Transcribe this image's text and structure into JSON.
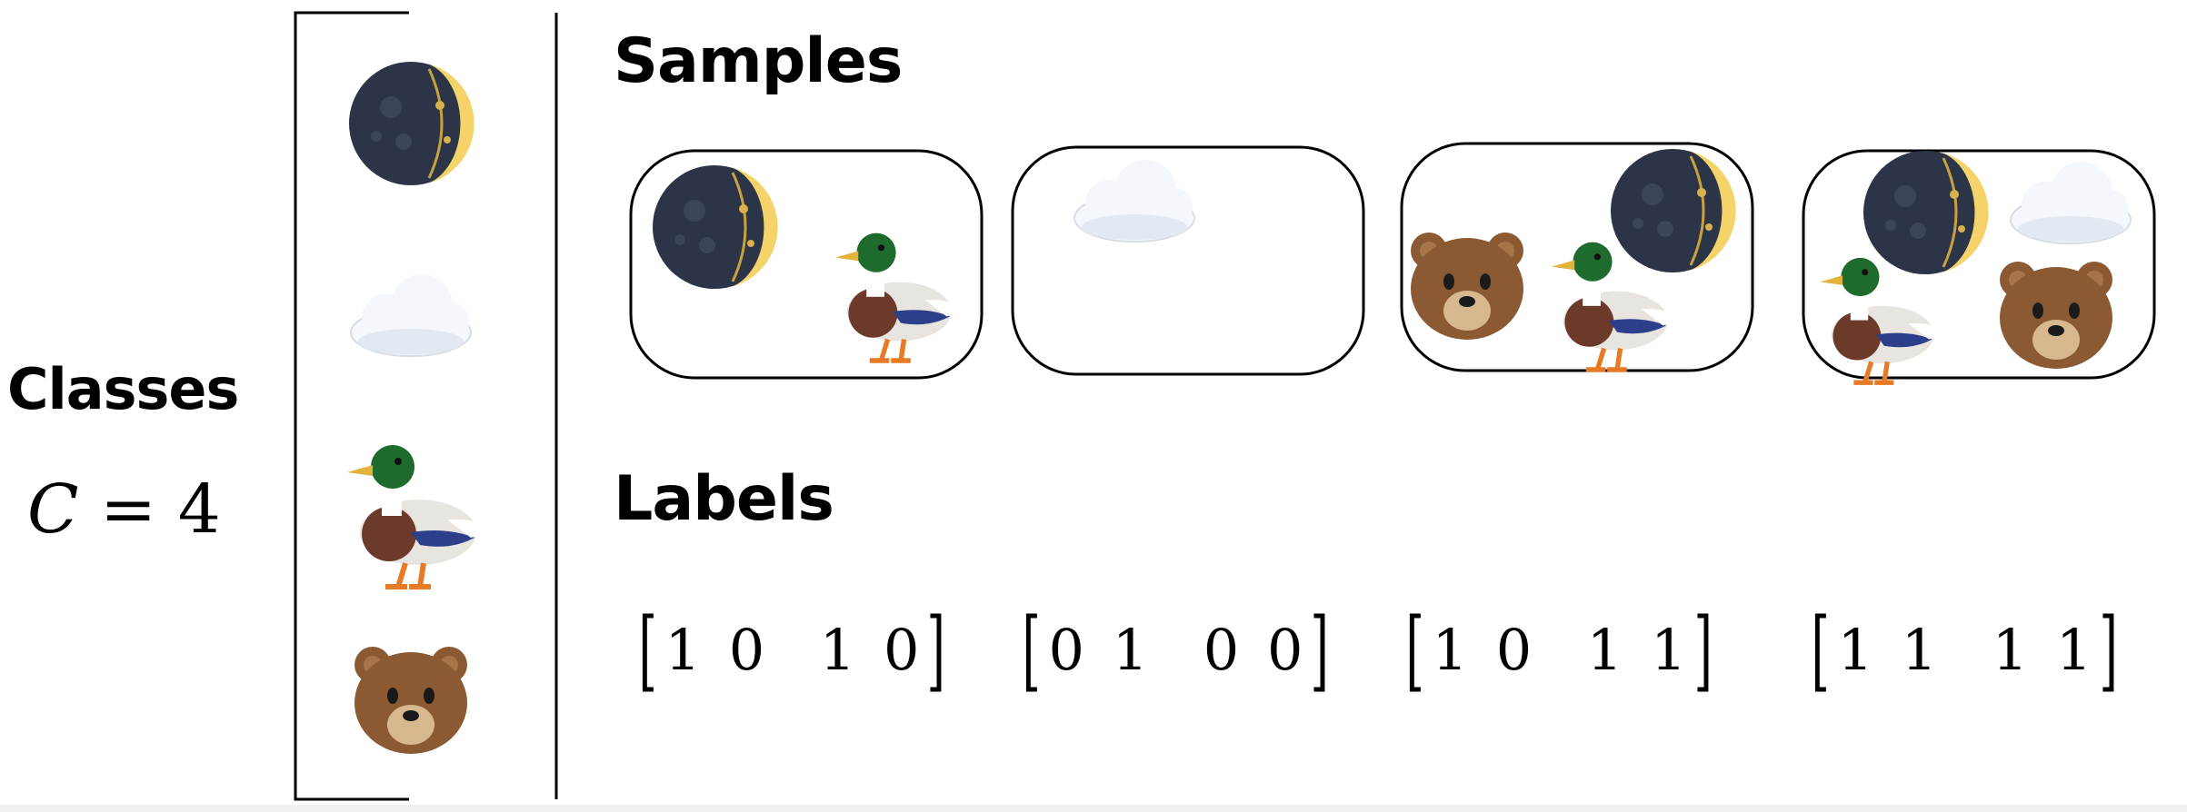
{
  "classes": {
    "title": "Classes",
    "count_var": "C",
    "count_eq": " = ",
    "count_value": "4",
    "items": [
      {
        "icon": "moon-icon"
      },
      {
        "icon": "cloud-icon"
      },
      {
        "icon": "duck-icon"
      },
      {
        "icon": "bear-icon"
      }
    ]
  },
  "samples": {
    "title": "Samples",
    "items": [
      {
        "icons": [
          "moon-icon",
          "duck-icon"
        ]
      },
      {
        "icons": [
          "cloud-icon"
        ]
      },
      {
        "icons": [
          "bear-icon",
          "duck-icon",
          "moon-icon"
        ]
      },
      {
        "icons": [
          "moon-icon",
          "cloud-icon",
          "duck-icon",
          "bear-icon"
        ]
      }
    ]
  },
  "labels": {
    "title": "Labels",
    "vectors": [
      [
        "1",
        "0",
        "1",
        "0"
      ],
      [
        "0",
        "1",
        "0",
        "0"
      ],
      [
        "1",
        "0",
        "1",
        "1"
      ],
      [
        "1",
        "1",
        "1",
        "1"
      ]
    ]
  },
  "colors": {
    "moon_dark": "#2b3547",
    "moon_light": "#f3d36a",
    "cloud": "#f4f7fb",
    "duck_head": "#1f6b2e",
    "duck_body": "#e8e4df",
    "duck_chest": "#6b3a2a",
    "bear": "#8b5a33",
    "bear_muzzle": "#d8b98f"
  }
}
